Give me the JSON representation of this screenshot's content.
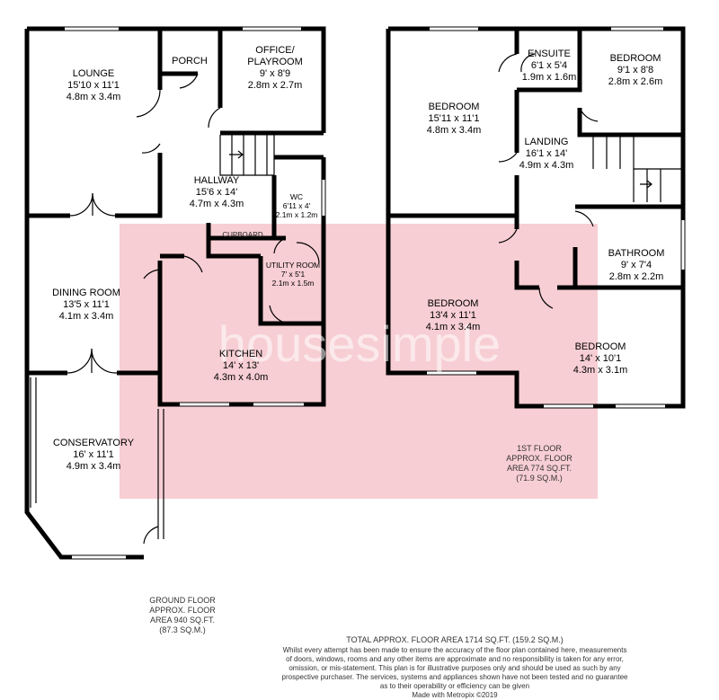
{
  "ground_floor": {
    "rooms": {
      "lounge": {
        "name": "LOUNGE",
        "imperial": "15'10 x 11'1",
        "metric": "4.8m x 3.4m"
      },
      "porch": {
        "name": "PORCH"
      },
      "office": {
        "name": "OFFICE/",
        "name2": "PLAYROOM",
        "imperial": "9' x 8'9",
        "metric": "2.8m x 2.7m"
      },
      "hallway": {
        "name": "HALLWAY",
        "imperial": "15'6 x 14'",
        "metric": "4.7m x 4.3m"
      },
      "wc": {
        "name": "WC",
        "imperial": "6'11 x 4'",
        "metric": "2.1m x 1.2m"
      },
      "cupboard": {
        "name": "CUPBOARD"
      },
      "utility": {
        "name": "UTILITY ROOM",
        "imperial": "7' x 5'1",
        "metric": "2.1m x 1.5m"
      },
      "dining": {
        "name": "DINING ROOM",
        "imperial": "13'5 x 11'1",
        "metric": "4.1m x 3.4m"
      },
      "kitchen": {
        "name": "KITCHEN",
        "imperial": "14' x 13'",
        "metric": "4.3m x 4.0m"
      },
      "conservatory": {
        "name": "CONSERVATORY",
        "imperial": "16' x 11'1",
        "metric": "4.9m x 3.4m"
      }
    },
    "area": {
      "line1": "GROUND FLOOR",
      "line2": "APPROX. FLOOR",
      "line3": "AREA 940 SQ.FT.",
      "line4": "(87.3 SQ.M.)"
    }
  },
  "first_floor": {
    "rooms": {
      "bedroom1": {
        "name": "BEDROOM",
        "imperial": "15'11 x 11'1",
        "metric": "4.8m x 3.4m"
      },
      "ensuite": {
        "name": "ENSUITE",
        "imperial": "6'1 x 5'4",
        "metric": "1.9m x 1.6m"
      },
      "bedroom2": {
        "name": "BEDROOM",
        "imperial": "9'1 x 8'8",
        "metric": "2.8m x 2.6m"
      },
      "landing": {
        "name": "LANDING",
        "imperial": "16'1 x 14'",
        "metric": "4.9m x 4.3m"
      },
      "bathroom": {
        "name": "BATHROOM",
        "imperial": "9' x 7'4",
        "metric": "2.8m x 2.2m"
      },
      "bedroom3": {
        "name": "BEDROOM",
        "imperial": "13'4 x 11'1",
        "metric": "4.1m x 3.4m"
      },
      "bedroom4": {
        "name": "BEDROOM",
        "imperial": "14' x 10'1",
        "metric": "4.3m x 3.1m"
      }
    },
    "area": {
      "line1": "1ST FLOOR",
      "line2": "APPROX. FLOOR",
      "line3": "AREA 774 SQ.FT.",
      "line4": "(71.9 SQ.M.)"
    }
  },
  "watermark": "housesimple",
  "colors": {
    "watermark_bg": "#f3b4bc",
    "wall": "#000000"
  },
  "footer": {
    "total": "TOTAL APPROX. FLOOR AREA 1714 SQ.FT. (159.2 SQ.M.)",
    "disclaimer": [
      "Whilst every attempt has been made to ensure the accuracy of the floor plan contained here, measurements",
      "of doors, windows, rooms and any other items are approximate and no responsibility is taken for any error,",
      "omission, or mis-statement. This plan is for illustrative purposes only and should be used as such by any",
      "prospective purchaser. The services, systems and appliances shown have not been tested and no guarantee",
      "as to their operability or efficiency can be given"
    ],
    "made_with": "Made with Metropix ©2019"
  }
}
